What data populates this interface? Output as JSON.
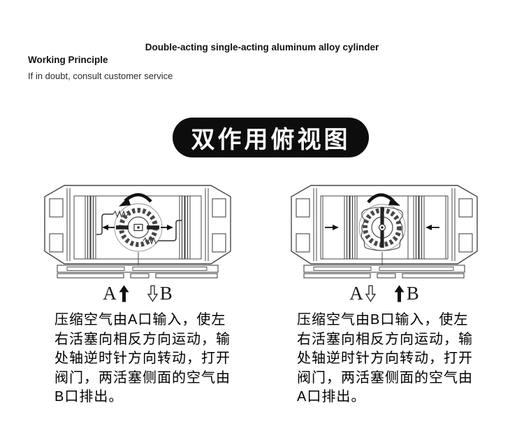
{
  "header": {
    "title": "Double-acting single-acting aluminum alloy cylinder",
    "section_label": "Working Principle",
    "note": "If in doubt, consult customer service"
  },
  "badge": {
    "text": "双作用俯视图",
    "bg": "#0d0d0d",
    "color": "#ffffff"
  },
  "colors": {
    "line": "#474747",
    "accent_black": "#1a1a1a",
    "background": "#ffffff"
  },
  "icons": {
    "rotation_left": "ccw-rotation-arrow",
    "rotation_right": "cw-rotation-arrow",
    "intake": "solid-up-arrow",
    "exhaust": "hollow-down-arrow"
  },
  "diagrams": {
    "left": {
      "ports": {
        "a": "A",
        "b": "B"
      },
      "a_arrow": "up-solid-intake",
      "b_arrow": "down-hollow-exhaust",
      "rotation": "counterclockwise",
      "piston_motion": "outward",
      "caption_lines": {
        "0": "压缩空气由A口输入，使左",
        "1": "右活塞向相反方向运动，输",
        "2": "处轴逆时针方向转动，打开",
        "3": "阀门，两活塞侧面的空气由",
        "4": "B口排出。"
      }
    },
    "right": {
      "ports": {
        "a": "A",
        "b": "B"
      },
      "a_arrow": "down-hollow-exhaust",
      "b_arrow": "up-solid-intake",
      "rotation": "clockwise",
      "piston_motion": "inward",
      "caption_lines": {
        "0": "压缩空气由B口输入，使左",
        "1": "右活塞向相反方向运动，输",
        "2": "处轴逆时针方向转动，打开",
        "3": "阀门，两活塞侧面的空气由",
        "4": "A口排出。"
      }
    }
  }
}
